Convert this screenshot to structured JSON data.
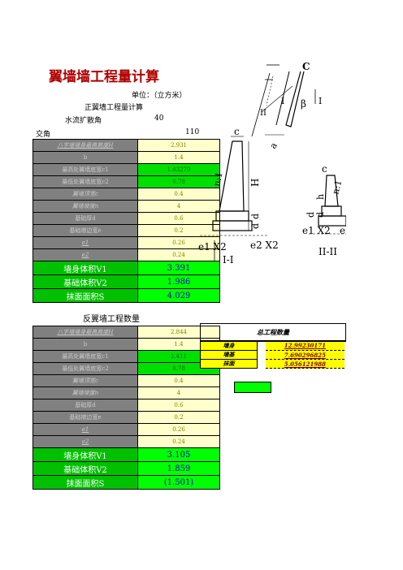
{
  "title": "翼墙墙工程量计算",
  "unit_label": "单位：（立方米）",
  "subtitle": "正翼墙工程量计算",
  "flow_angle": {
    "label": "水流扩散角",
    "value": "40"
  },
  "cross_angle": {
    "label": "交角",
    "value": "110"
  },
  "front_table": {
    "rows": [
      {
        "label": "八字墙墙身最高高度H",
        "value": "2.931"
      },
      {
        "label": "b",
        "value": "1.4"
      },
      {
        "label": "最高处翼墙底宽c1",
        "value": "1.43279"
      },
      {
        "label": "最低处翼墙底宽c2",
        "value": "0.78"
      },
      {
        "label": "翼墙顶宽c",
        "value": "0.4"
      },
      {
        "label": "翼墙坡度n",
        "value": "4"
      },
      {
        "label": "基础厚d",
        "value": "0.6"
      },
      {
        "label": "基础襟边宽e",
        "value": "0.2"
      },
      {
        "label": "e1",
        "value": "0.26"
      },
      {
        "label": "e2",
        "value": "0.24"
      }
    ],
    "results": [
      {
        "label": "墙身体积V1",
        "value": "3.391"
      },
      {
        "label": "基础体积V2",
        "value": "1.986"
      },
      {
        "label": "抹面面积S",
        "value": "4.029"
      }
    ]
  },
  "back_section_title": "反翼墙工程数量",
  "back_table": {
    "rows": [
      {
        "label": "八字墙墙身最高高度H",
        "value": "2.844"
      },
      {
        "label": "b",
        "value": "1.4"
      },
      {
        "label": "最高处翼墙底宽c1",
        "value": "1.411"
      },
      {
        "label": "最低处翼墙底宽c2",
        "value": "0.78"
      },
      {
        "label": "翼墙顶宽c",
        "value": "0.4"
      },
      {
        "label": "翼墙坡度n",
        "value": "4"
      },
      {
        "label": "基础厚d",
        "value": "0.6"
      },
      {
        "label": "基础襟边宽e",
        "value": "0.2"
      },
      {
        "label": "e1",
        "value": "0.26"
      },
      {
        "label": "e2",
        "value": "0.24"
      }
    ],
    "results": [
      {
        "label": "墙身体积V1",
        "value": "3.105"
      },
      {
        "label": "基础体积V2",
        "value": "1.859"
      },
      {
        "label": "抹面面积S",
        "value": "(1.501)"
      }
    ]
  },
  "summary": {
    "title": "总工程数量",
    "rows": [
      {
        "key": "墙身",
        "value": "12.99230171"
      },
      {
        "key": "墙基",
        "value": "7.690296825"
      },
      {
        "key": "抹面",
        "value": "5.056121988"
      }
    ]
  },
  "diagram": {
    "labels": {
      "c_top": "C",
      "roman1_top": "I",
      "roman1_right": "I",
      "roman2_left": "II",
      "beta": "β",
      "a": "a",
      "c_left": "c",
      "c_right": "c",
      "n1_left": "n:1",
      "n1_right": "n:1",
      "H": "H",
      "h": "h",
      "d1": "d",
      "d2": "d",
      "d3": "d",
      "d4": "d",
      "e1x2_left": "e1 X2",
      "e2x2": "e2 X2",
      "e1x2_right": "e1 X2",
      "e_right": "e",
      "section1": "I-I",
      "section2": "II-II"
    }
  }
}
